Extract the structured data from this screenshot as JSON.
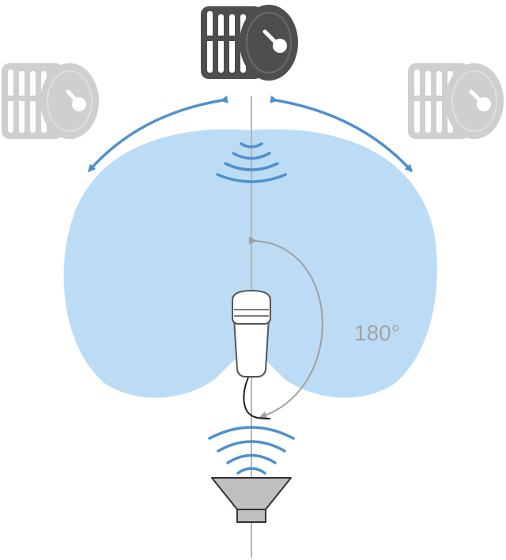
{
  "diagram": {
    "angle_label": "180°",
    "colors": {
      "pattern_fill": "#bcdcf5",
      "arrow_blue": "#4d90d0",
      "wave_blue": "#4d90d0",
      "axis_gray": "#b4b4b4",
      "angle_arrow_gray": "#a0a0a0",
      "drum_active": "#4e4e4e",
      "drum_inactive": "#cfcfcf",
      "speaker_gray": "#bfbfbf",
      "mic_fill": "#ffffff",
      "mic_stroke": "#555555"
    },
    "icons": [
      "drum-icon-active",
      "drum-icon-left",
      "drum-icon-right",
      "microphone-icon",
      "speaker-icon"
    ]
  }
}
